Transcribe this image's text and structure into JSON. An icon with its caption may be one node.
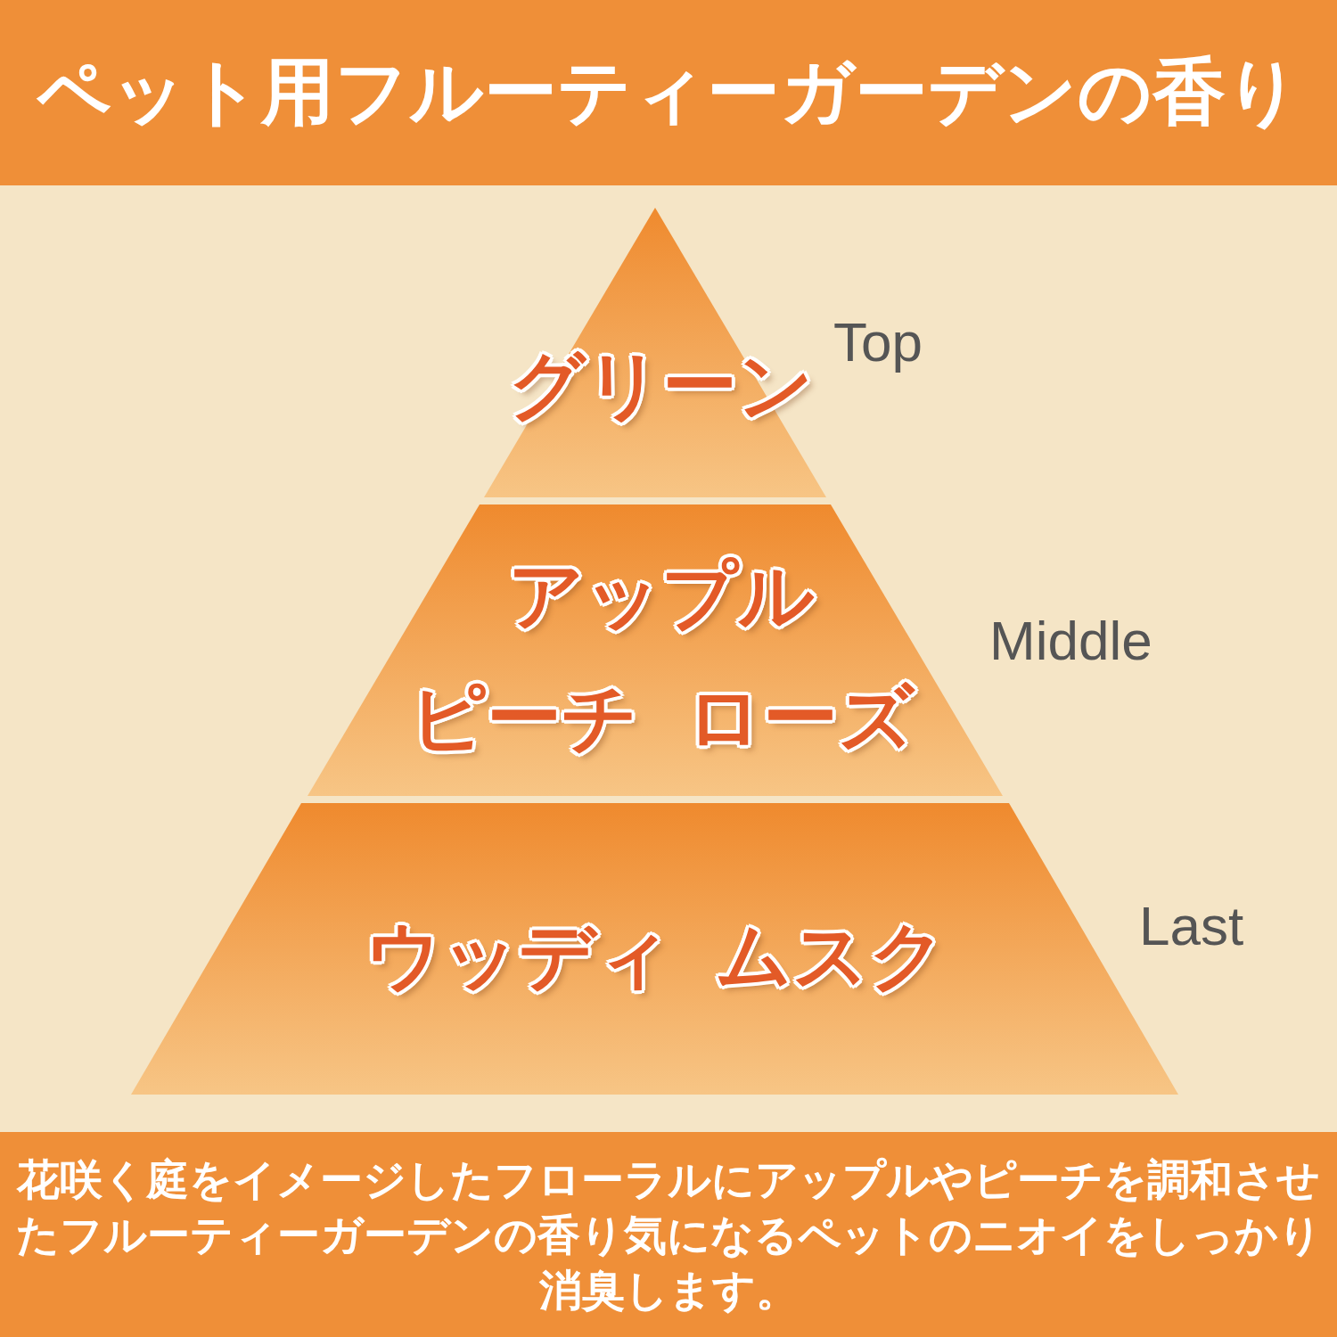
{
  "diagram": {
    "title": "ペット用フルーティーガーデンの香り",
    "caption": "花咲く庭をイメージしたフローラルにアップルやピーチを調和させたフルーティーガーデンの香り気になるペットのニオイをしっかり消臭します。",
    "nodes": [
      {
        "text": [
          "グリーン"
        ],
        "beside": [
          "Top"
        ]
      },
      {
        "text": [
          "アップル",
          "ピーチ",
          "ローズ"
        ],
        "beside": [
          "Middle"
        ]
      },
      {
        "text": [
          "ウッディ",
          "ムスク"
        ],
        "beside": [
          "Last"
        ]
      }
    ]
  }
}
